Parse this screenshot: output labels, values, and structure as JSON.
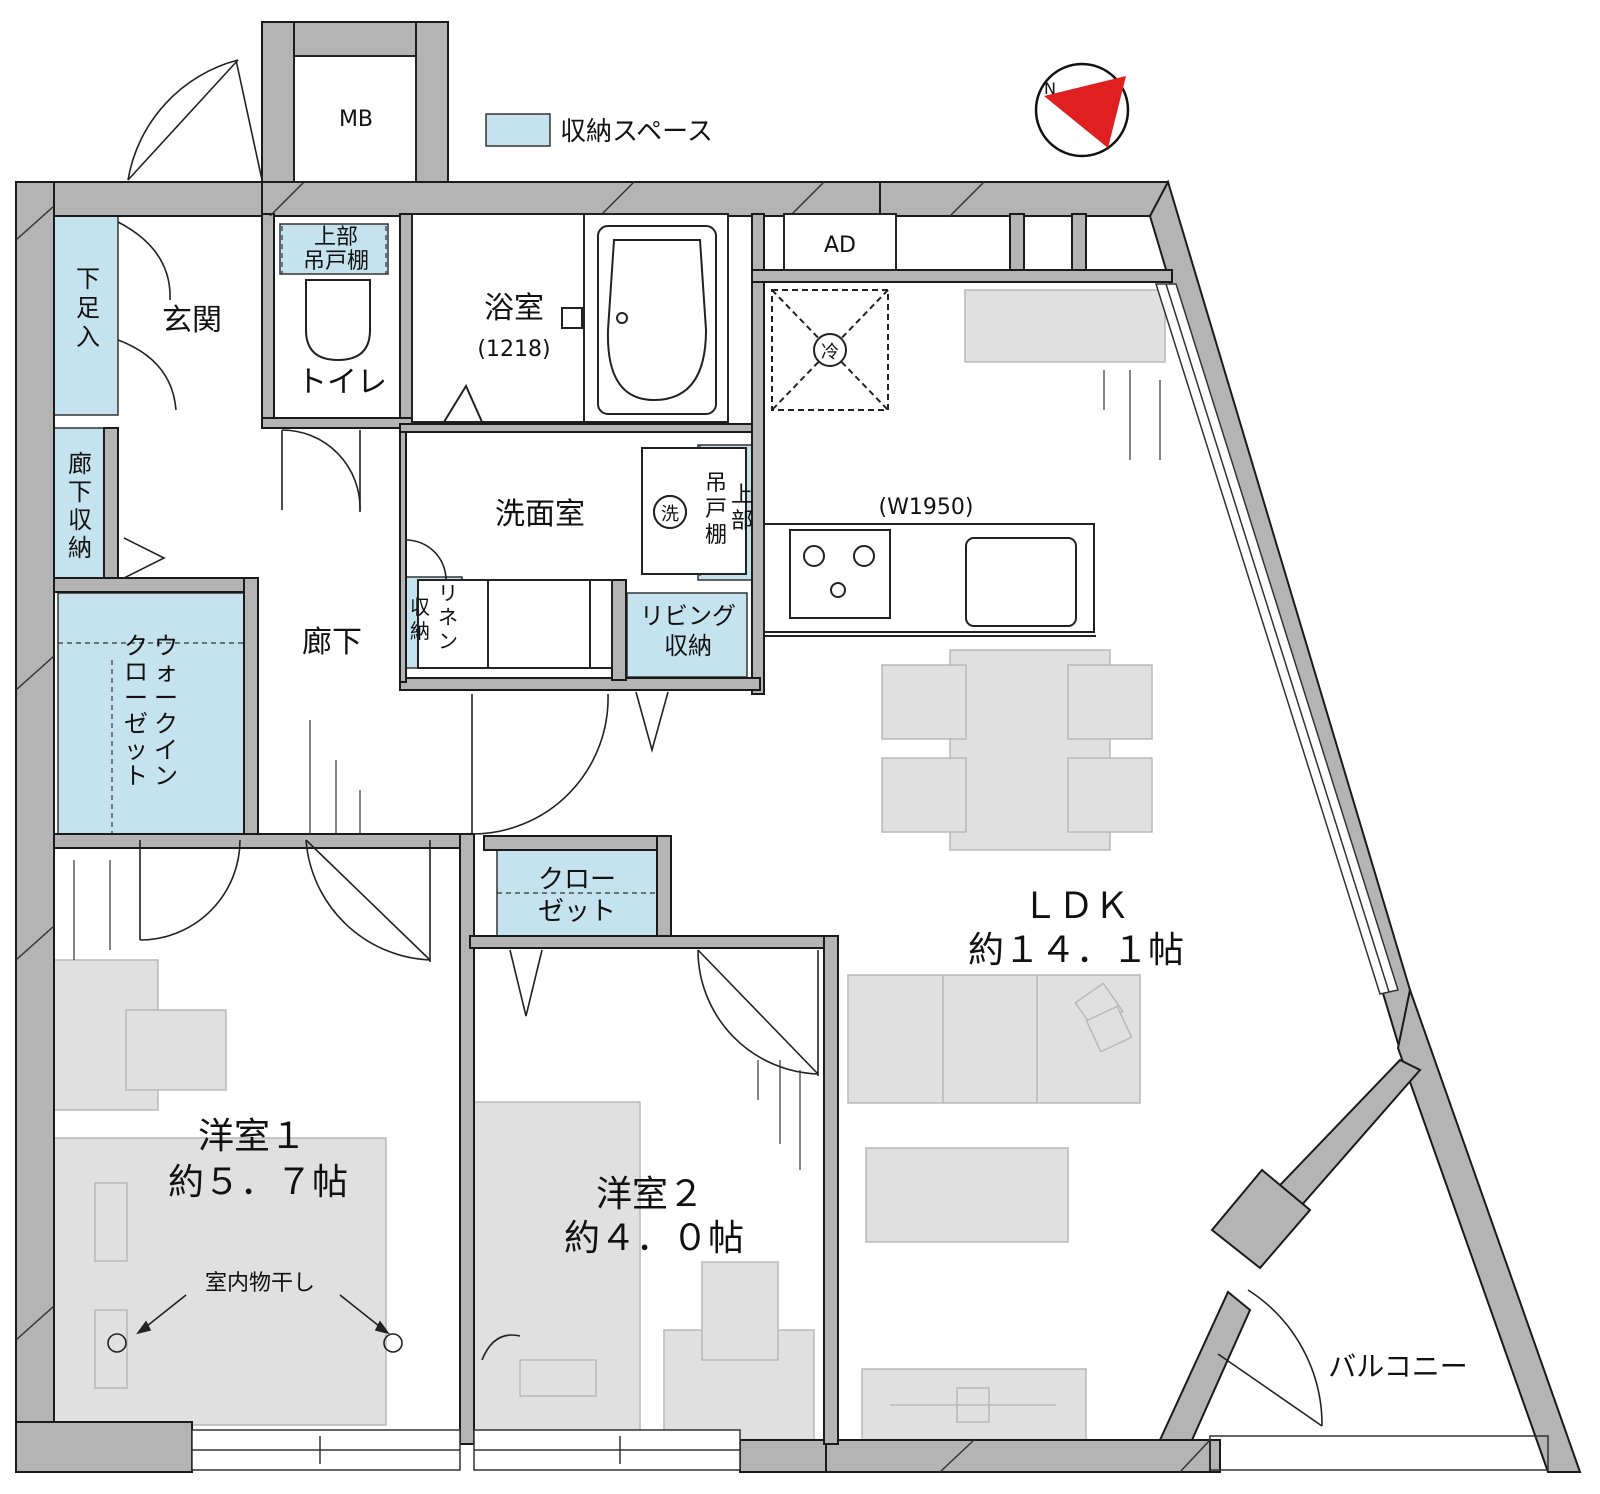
{
  "legend": {
    "label": "収納スペース",
    "swatch_color": "#c5e3ef"
  },
  "compass": {
    "label": "N",
    "needle_color": "#e02020"
  },
  "colors": {
    "wall": "#b4b4b4",
    "wall_stroke": "#1a1a1a",
    "storage": "#c5e3ef",
    "furniture": "#d8d8d8"
  },
  "rooms": {
    "mb": "MB",
    "ad": "AD",
    "genkan": "玄関",
    "geta": [
      "下",
      "足",
      "入"
    ],
    "toilet_shelf": [
      "上部",
      "吊戸棚"
    ],
    "toilet": "トイレ",
    "bath": "浴室",
    "bath_size": "(1218)",
    "washroom": "洗面室",
    "wash_shelf_a": [
      "吊",
      "戸",
      "棚"
    ],
    "wash_shelf_b": [
      "上",
      "部"
    ],
    "washer_icon": "洗",
    "fridge_icon": "冷",
    "kitchen_width": "(W1950)",
    "hall_storage": [
      "廊",
      "下",
      "収",
      "納"
    ],
    "linen_a": [
      "リ",
      "ネ",
      "ン"
    ],
    "linen_b": [
      "収",
      "納"
    ],
    "living_storage": [
      "リビング",
      "収納"
    ],
    "corridor": "廊下",
    "wic_a": [
      "ウ",
      "ォ",
      "ー",
      "ク",
      "イ",
      "ン"
    ],
    "wic_b": [
      "ク",
      "ロ",
      "ー",
      "ゼ",
      "ッ",
      "ト"
    ],
    "closet": [
      "クロー",
      "ゼット"
    ],
    "ldk_name": "ＬＤＫ",
    "ldk_size": "約１４．１帖",
    "room1_name": "洋室１",
    "room1_size": "約５．７帖",
    "room2_name": "洋室２",
    "room2_size": "約４．０帖",
    "drying": "室内物干し",
    "balcony": "バルコニー"
  }
}
